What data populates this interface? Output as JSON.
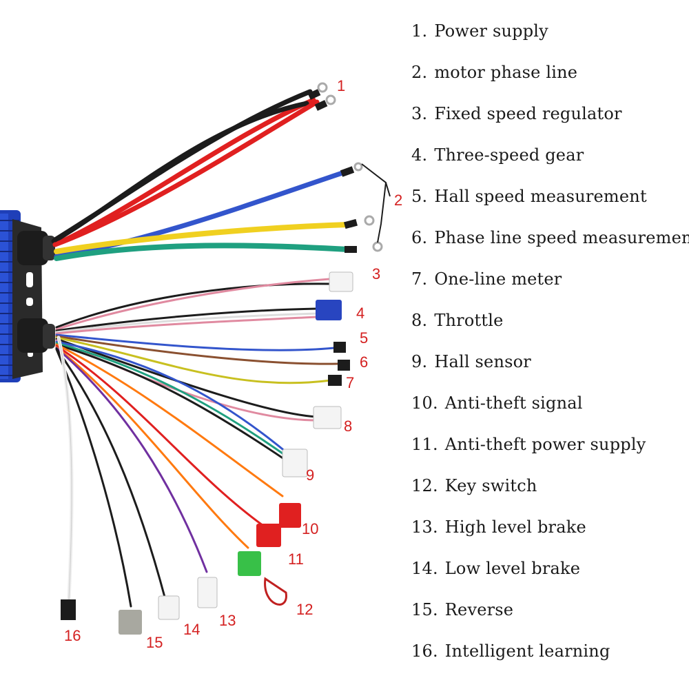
{
  "legend": [
    {
      "num": "1.",
      "text": "Power supply"
    },
    {
      "num": "2.",
      "text": "motor phase line"
    },
    {
      "num": "3.",
      "text": "Fixed speed regulator"
    },
    {
      "num": "4.",
      "text": "Three-speed gear"
    },
    {
      "num": "5.",
      "text": "Hall speed measurement"
    },
    {
      "num": "6.",
      "text": "Phase line speed measurement"
    },
    {
      "num": "7.",
      "text": "One-line meter"
    },
    {
      "num": "8.",
      "text": "Throttle"
    },
    {
      "num": "9.",
      "text": "Hall sensor"
    },
    {
      "num": "10.",
      "text": "Anti-theft signal"
    },
    {
      "num": "11.",
      "text": "Anti-theft power supply"
    },
    {
      "num": "12.",
      "text": "Key switch"
    },
    {
      "num": "13.",
      "text": "High level brake"
    },
    {
      "num": "14.",
      "text": "Low level brake"
    },
    {
      "num": "15.",
      "text": "Reverse"
    },
    {
      "num": "16.",
      "text": "Intelligent learning"
    }
  ],
  "callouts": [
    "1",
    "2",
    "3",
    "4",
    "5",
    "6",
    "7",
    "8",
    "9",
    "10",
    "11",
    "12",
    "13",
    "14",
    "15",
    "16"
  ],
  "colors": {
    "controller": "#1f3fb8",
    "wire_red": "#e02020",
    "wire_black": "#1c1c1c",
    "wire_blue": "#3355cc",
    "wire_yellow": "#f0d020",
    "wire_green": "#1fa080",
    "callout_text": "#d42020"
  }
}
